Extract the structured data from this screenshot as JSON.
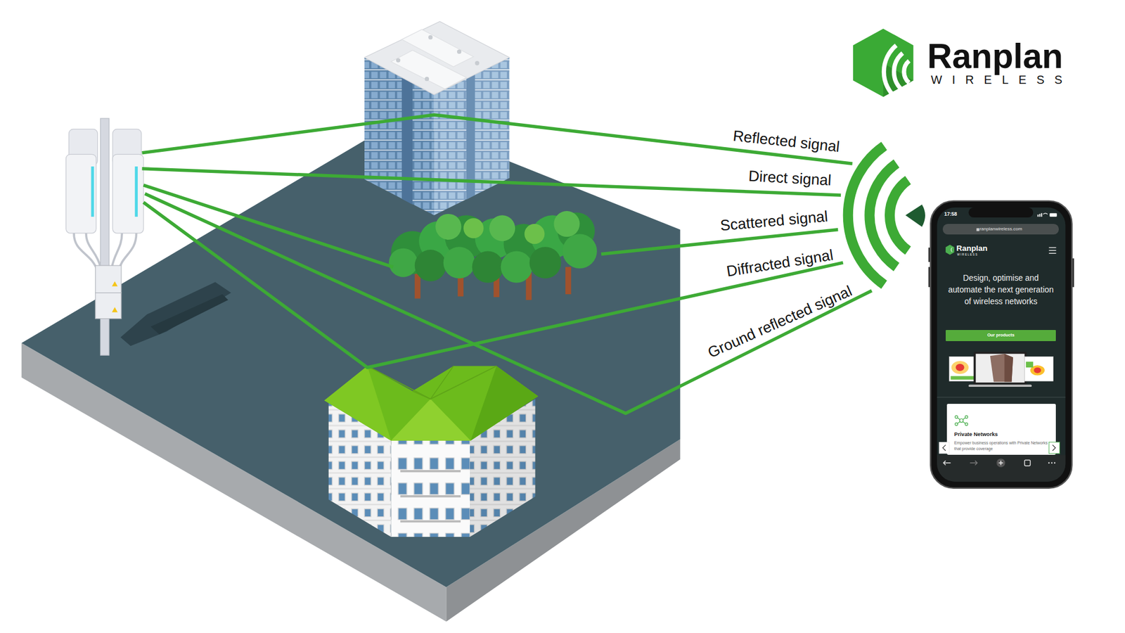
{
  "diagram": {
    "nodes": [
      {
        "text": [
          "17:58",
          "Ranplan",
          "WIRELESS",
          "Design, optimise and automate the next generation of wireless networks"
        ]
      },
      {
        "text": [
          "ranplanwireless.com"
        ],
        "in": 0
      },
      {
        "text": [
          "Our products"
        ],
        "in": 0
      },
      {
        "text": [
          "Private Networks",
          "Empower business operations with Private Networks that provide coverage"
        ],
        "in": 0
      }
    ],
    "labels": [
      "Ranplan",
      "WIRELESS",
      "Reflected signal",
      "Direct signal",
      "Scattered signal",
      "Diffracted signal",
      "Ground reflected signal"
    ]
  }
}
